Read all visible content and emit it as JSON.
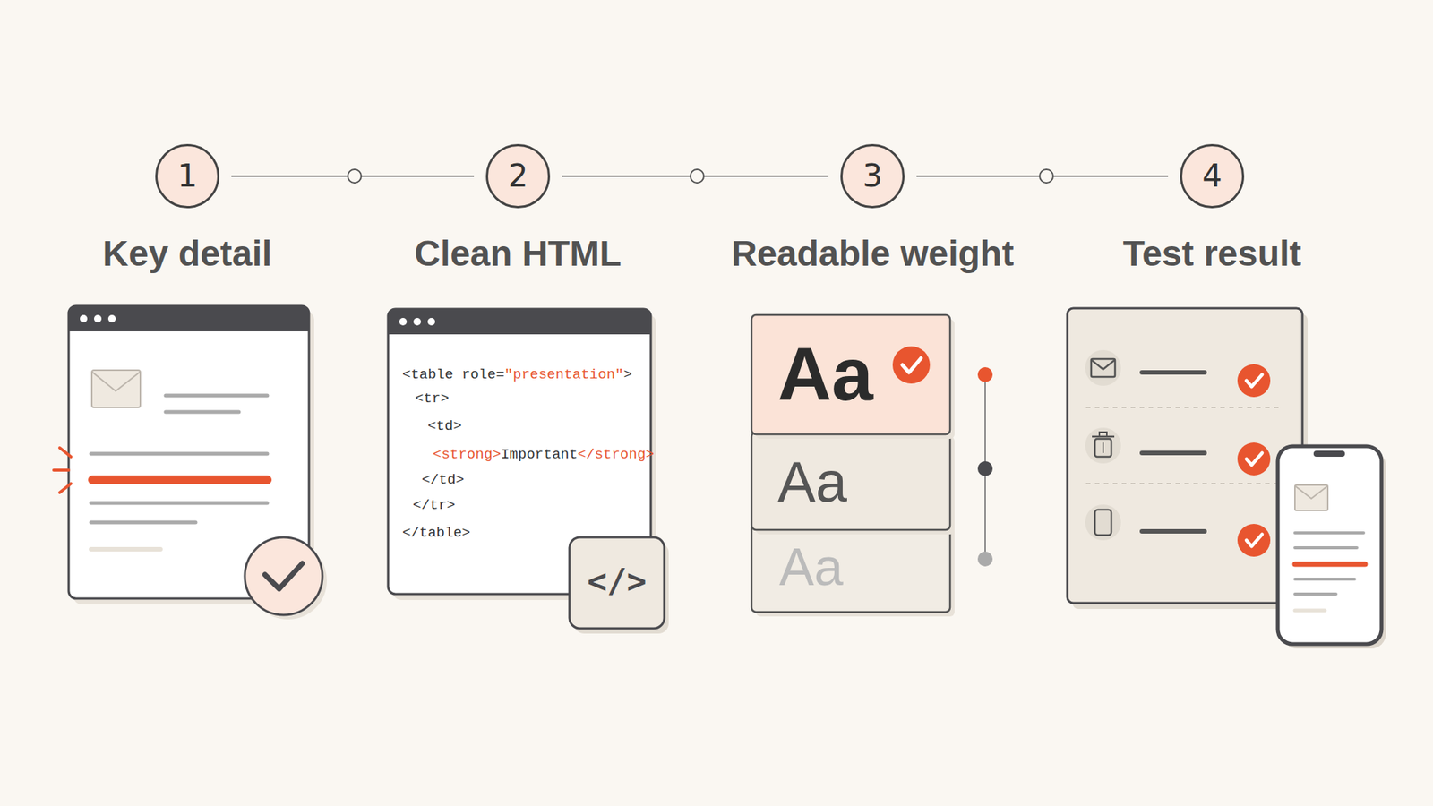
{
  "diagram": {
    "nodes": [
      {
        "text": [
          "1",
          "Key detail"
        ]
      },
      {
        "text": [
          "2",
          "Clean HTML"
        ]
      },
      {
        "text": [
          "3",
          "Readable weight"
        ]
      },
      {
        "text": [
          "4",
          "Test result"
        ]
      }
    ],
    "edges": [
      {
        "from": 0,
        "to": 1,
        "arrow": "none"
      },
      {
        "from": 1,
        "to": 2,
        "arrow": "none"
      },
      {
        "from": 2,
        "to": 3,
        "arrow": "none"
      }
    ],
    "labels": [
      "<table role=",
      "\"presentation\"",
      ">",
      "<tr>",
      "<td>",
      "<strong>",
      "Important",
      "</strong>",
      "</td>",
      "</tr>",
      "</table>",
      "</>",
      "Aa",
      "Aa",
      "Aa"
    ]
  }
}
